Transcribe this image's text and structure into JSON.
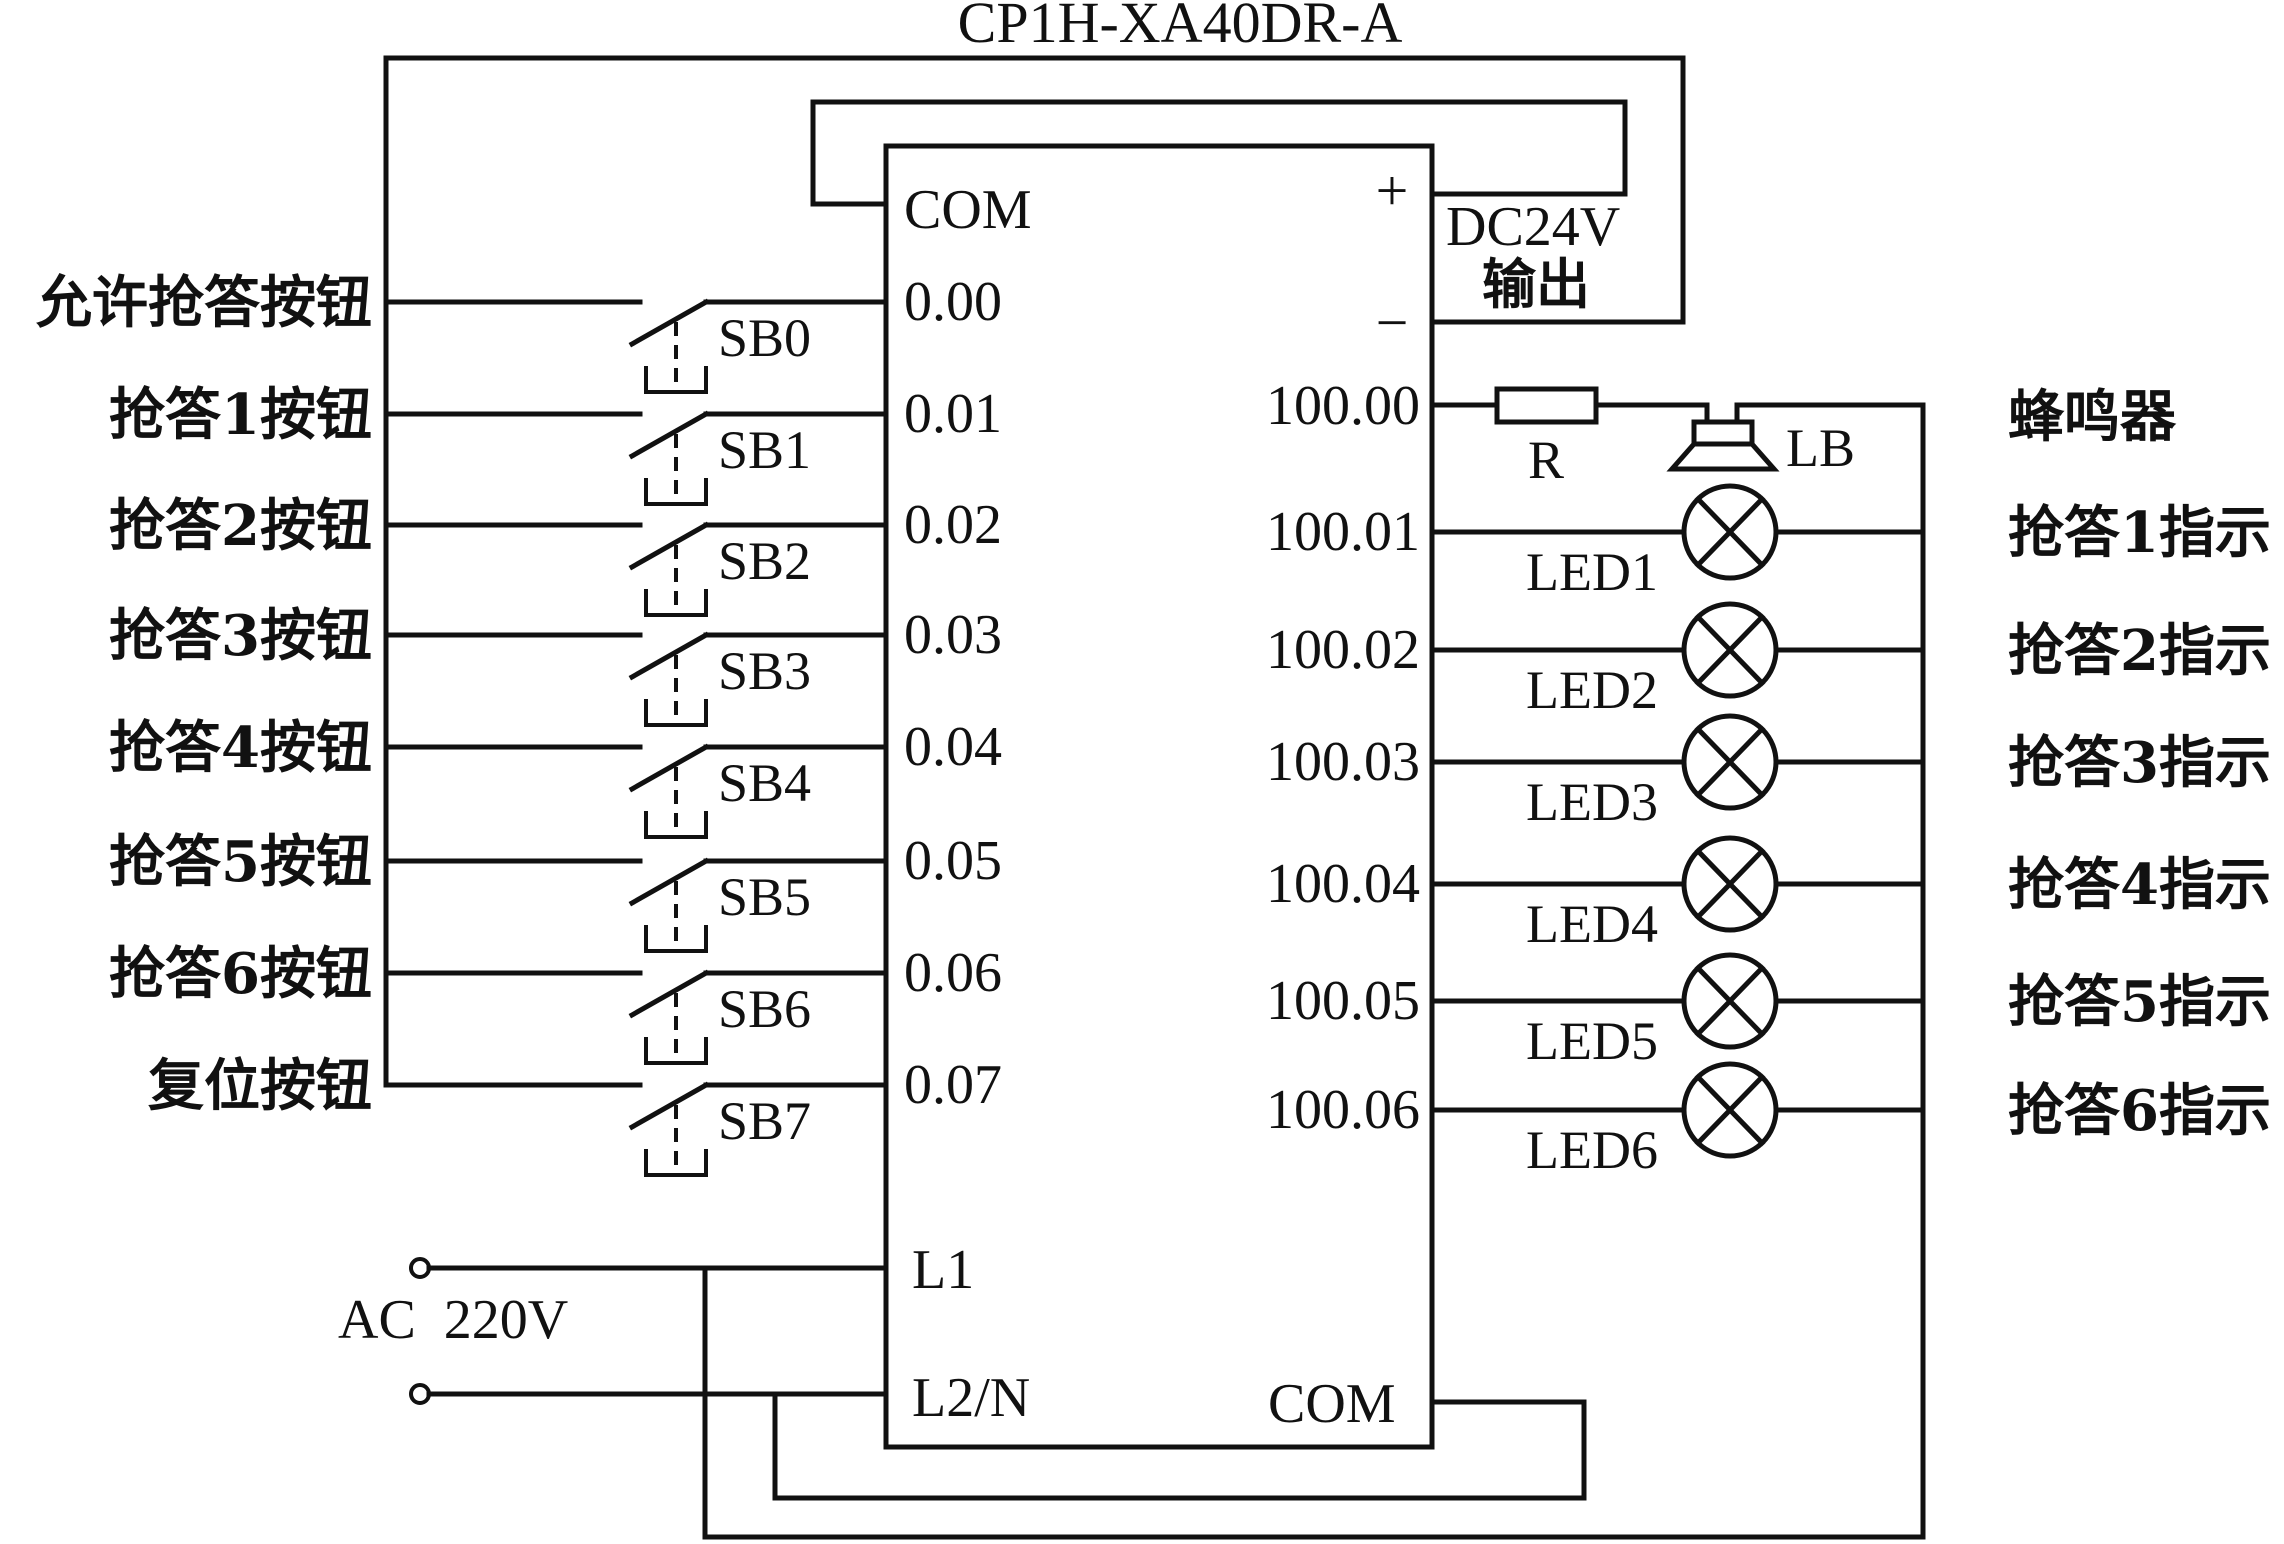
{
  "diagram": {
    "title": "CP1H-XA40DR-A",
    "colors": {
      "line": "#111111",
      "background": "#ffffff"
    },
    "plc": {
      "input_common": "COM",
      "dc_plus": "+",
      "dc_minus": "−",
      "dc_supply_label": "DC24V",
      "dc_supply_label2": "输出",
      "power_l1": "L1",
      "power_l2": "L2/N",
      "output_common": "COM"
    },
    "inputs": [
      {
        "terminal": "0.00",
        "switch": "SB0",
        "label": "允许抢答按钮"
      },
      {
        "terminal": "0.01",
        "switch": "SB1",
        "label": "抢答1按钮"
      },
      {
        "terminal": "0.02",
        "switch": "SB2",
        "label": "抢答2按钮"
      },
      {
        "terminal": "0.03",
        "switch": "SB3",
        "label": "抢答3按钮"
      },
      {
        "terminal": "0.04",
        "switch": "SB4",
        "label": "抢答4按钮"
      },
      {
        "terminal": "0.05",
        "switch": "SB5",
        "label": "抢答5按钮"
      },
      {
        "terminal": "0.06",
        "switch": "SB6",
        "label": "抢答6按钮"
      },
      {
        "terminal": "0.07",
        "switch": "SB7",
        "label": "复位按钮"
      }
    ],
    "buzzer": {
      "terminal": "100.00",
      "resistor": "R",
      "speaker": "LB",
      "label": "蜂鸣器"
    },
    "outputs": [
      {
        "terminal": "100.01",
        "lamp": "LED1",
        "label": "抢答1指示"
      },
      {
        "terminal": "100.02",
        "lamp": "LED2",
        "label": "抢答2指示"
      },
      {
        "terminal": "100.03",
        "lamp": "LED3",
        "label": "抢答3指示"
      },
      {
        "terminal": "100.04",
        "lamp": "LED4",
        "label": "抢答4指示"
      },
      {
        "terminal": "100.05",
        "lamp": "LED5",
        "label": "抢答5指示"
      },
      {
        "terminal": "100.06",
        "lamp": "LED6",
        "label": "抢答6指示"
      }
    ],
    "ac_supply": "AC  220V"
  }
}
